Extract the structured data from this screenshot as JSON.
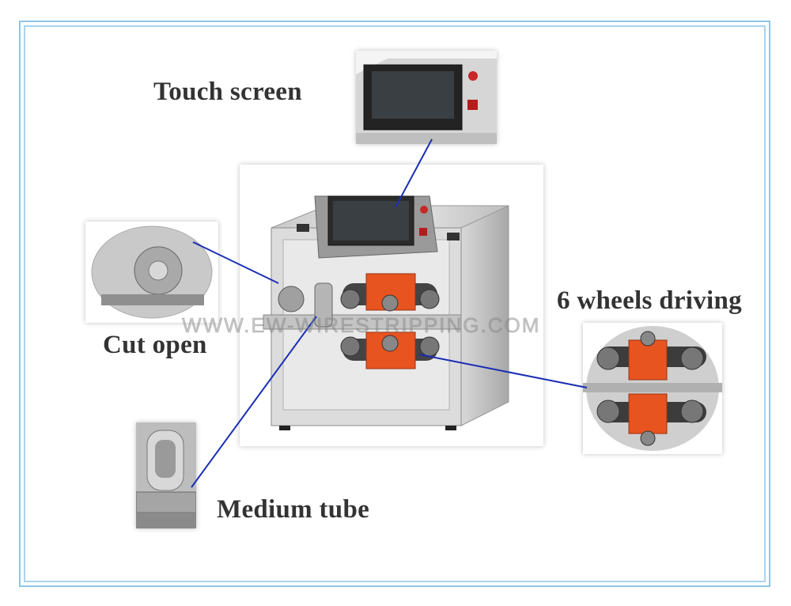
{
  "labels": {
    "touch_screen": "Touch screen",
    "cut_open": "Cut open",
    "six_wheels": "6 wheels driving",
    "medium_tube": "Medium tube"
  },
  "watermark": "WWW.EW-WIRESTRIPPING.COM",
  "colors": {
    "frame": "#8ec6e8",
    "leader_line": "#1a2fb5",
    "label_text": "#333333",
    "orange_block": "#e8541f"
  }
}
